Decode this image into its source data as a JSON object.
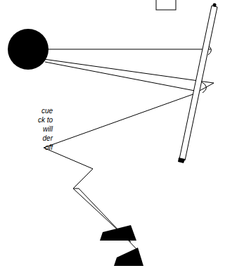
{
  "diagram": {
    "labels": [
      "cue",
      "ck to",
      "will",
      "der",
      "off"
    ]
  }
}
